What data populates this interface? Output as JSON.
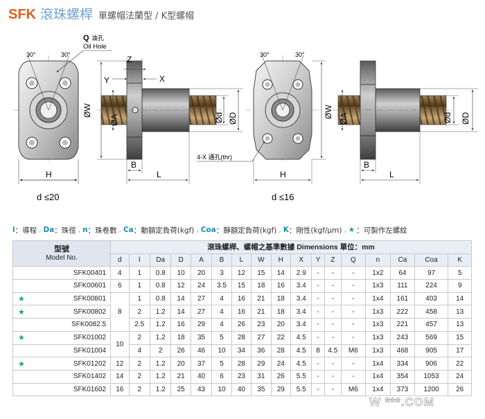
{
  "header": {
    "code": "SFK",
    "name": "滾珠螺桿",
    "subtitle": "單螺帽法蘭型 / K型螺帽"
  },
  "drawing": {
    "angle_label": "30°",
    "oil_hole_q": "Q",
    "oil_hole_zh": "油孔",
    "oil_hole_en": "Oil Hole",
    "dim_z": "Z",
    "dim_y": "Y",
    "dim_x": "X",
    "dim_w": "ØW",
    "dim_a": "ØA",
    "dim_d": "Ød",
    "dim_D": "ØD",
    "dim_b": "B",
    "dim_h": "H",
    "dim_l": "L",
    "thru_hole": "4-X 通孔(thr)",
    "caption_left": "d ≤20",
    "caption_right": "d ≤16"
  },
  "legend": {
    "items": [
      {
        "key": "l",
        "text": "：導程"
      },
      {
        "key": "Da",
        "text": "：珠徑"
      },
      {
        "key": "n",
        "text": "：珠卷數"
      },
      {
        "key": "Ca",
        "text": "：動額定負荷(kgf)"
      },
      {
        "key": "Coa",
        "text": "：靜額定負荷(kgf)"
      },
      {
        "key": "K",
        "text": "：剛性(kgf/μm)"
      }
    ],
    "star_text": "：可製作左螺紋"
  },
  "table": {
    "model_zh": "型號",
    "model_en": "Model No.",
    "group_title": "滾珠螺桿、螺帽之基準數據 Dimensions  單位：mm",
    "columns": [
      "d",
      "l",
      "Da",
      "D",
      "A",
      "B",
      "L",
      "W",
      "H",
      "X",
      "Y",
      "Z",
      "Q",
      "n",
      "Ca",
      "Coa",
      "K"
    ],
    "star_symbol": "★",
    "rows": [
      {
        "star": false,
        "model": "SFK00401",
        "d": "4",
        "l": "1",
        "Da": "0.8",
        "D": "10",
        "A": "20",
        "B": "3",
        "L": "12",
        "W": "15",
        "H": "14",
        "X": "2.9",
        "Y": "-",
        "Z": "-",
        "Q": "-",
        "n": "1x2",
        "Ca": "64",
        "Coa": "97",
        "K": "5"
      },
      {
        "star": false,
        "model": "SFK00601",
        "d": "6",
        "l": "1",
        "Da": "0.8",
        "D": "12",
        "A": "24",
        "B": "3.5",
        "L": "15",
        "W": "18",
        "H": "16",
        "X": "3.4",
        "Y": "-",
        "Z": "-",
        "Q": "-",
        "n": "1x3",
        "Ca": "111",
        "Coa": "224",
        "K": "9"
      },
      {
        "star": true,
        "model": "SFK00801",
        "d": "",
        "l": "1",
        "Da": "0.8",
        "D": "14",
        "A": "27",
        "B": "4",
        "L": "16",
        "W": "21",
        "H": "18",
        "X": "3.4",
        "Y": "-",
        "Z": "-",
        "Q": "-",
        "n": "1x4",
        "Ca": "161",
        "Coa": "403",
        "K": "14"
      },
      {
        "star": true,
        "model": "SFK00802",
        "d": "8",
        "l": "2",
        "Da": "1.2",
        "D": "14",
        "A": "27",
        "B": "4",
        "L": "16",
        "W": "21",
        "H": "18",
        "X": "3.4",
        "Y": "-",
        "Z": "-",
        "Q": "-",
        "n": "1x3",
        "Ca": "222",
        "Coa": "458",
        "K": "13"
      },
      {
        "star": false,
        "model": "SFK0082.5",
        "d": "",
        "l": "2.5",
        "Da": "1.2",
        "D": "16",
        "A": "29",
        "B": "4",
        "L": "26",
        "W": "23",
        "H": "20",
        "X": "3.4",
        "Y": "-",
        "Z": "-",
        "Q": "-",
        "n": "1x3",
        "Ca": "221",
        "Coa": "457",
        "K": "13"
      },
      {
        "star": true,
        "model": "SFK01002",
        "d": "10",
        "l": "2",
        "Da": "1.2",
        "D": "18",
        "A": "35",
        "B": "5",
        "L": "28",
        "W": "27",
        "H": "22",
        "X": "4.5",
        "Y": "-",
        "Z": "-",
        "Q": "-",
        "n": "1x3",
        "Ca": "243",
        "Coa": "569",
        "K": "15"
      },
      {
        "star": false,
        "model": "SFK01004",
        "d": "",
        "l": "4",
        "Da": "2",
        "D": "26",
        "A": "46",
        "B": "10",
        "L": "34",
        "W": "36",
        "H": "28",
        "X": "4.5",
        "Y": "8",
        "Z": "4.5",
        "Q": "M6",
        "n": "1x3",
        "Ca": "468",
        "Coa": "905",
        "K": "17"
      },
      {
        "star": true,
        "model": "SFK01202",
        "d": "12",
        "l": "2",
        "Da": "1.2",
        "D": "20",
        "A": "37",
        "B": "5",
        "L": "28",
        "W": "29",
        "H": "24",
        "X": "4.5",
        "Y": "-",
        "Z": "-",
        "Q": "-",
        "n": "1x4",
        "Ca": "334",
        "Coa": "906",
        "K": "22"
      },
      {
        "star": false,
        "model": "SFK01402",
        "d": "14",
        "l": "2",
        "Da": "1.2",
        "D": "21",
        "A": "40",
        "B": "6",
        "L": "23",
        "W": "31",
        "H": "26",
        "X": "5.5",
        "Y": "-",
        "Z": "-",
        "Q": "-",
        "n": "1x4",
        "Ca": "354",
        "Coa": "1053",
        "K": "24"
      },
      {
        "star": false,
        "model": "SFK01602",
        "d": "16",
        "l": "2",
        "Da": "1.2",
        "D": "25",
        "A": "43",
        "B": "10",
        "L": "40",
        "W": "35",
        "H": "29",
        "X": "5.5",
        "Y": "-",
        "Z": "-",
        "Q": "M6",
        "n": "1x4",
        "Ca": "373",
        "Coa": "1200",
        "K": "26"
      }
    ]
  },
  "watermark": "W  ***.COM"
}
